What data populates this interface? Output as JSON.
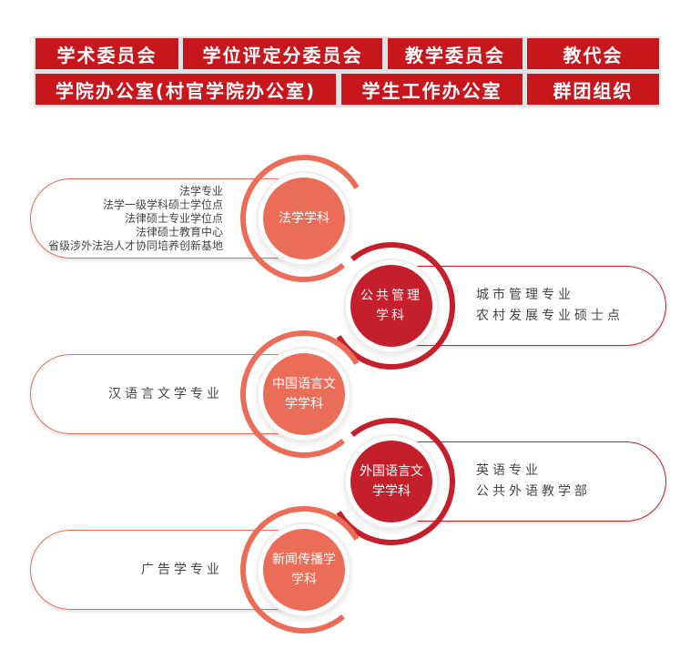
{
  "nav": {
    "row1": [
      "学术委员会",
      "学位评定分委员会",
      "教学委员会",
      "教代会"
    ],
    "row2": [
      "学院办公室(村官学院办公室)",
      "学生工作办公室",
      "群团组织"
    ]
  },
  "colors": {
    "nav": "#c8161d",
    "salmon": "#ec6d57",
    "red": "#c41f2b"
  },
  "disciplines": [
    {
      "name": "法学学科",
      "items": [
        "法学专业",
        "法学一级学科硕士学位点",
        "法律硕士专业学位点",
        "法律硕士教育中心",
        "省级涉外法治人才协同培养创新基地"
      ]
    },
    {
      "name": "公共管理学科",
      "items": [
        "城市管理专业",
        "农村发展专业硕士点"
      ]
    },
    {
      "name": "中国语言文学学科",
      "items": [
        "汉语言文学专业"
      ]
    },
    {
      "name": "外国语言文学学科",
      "items": [
        "英语专业",
        "公共外语教学部"
      ]
    },
    {
      "name": "新闻传播学学科",
      "items": [
        "广告学专业"
      ]
    }
  ]
}
